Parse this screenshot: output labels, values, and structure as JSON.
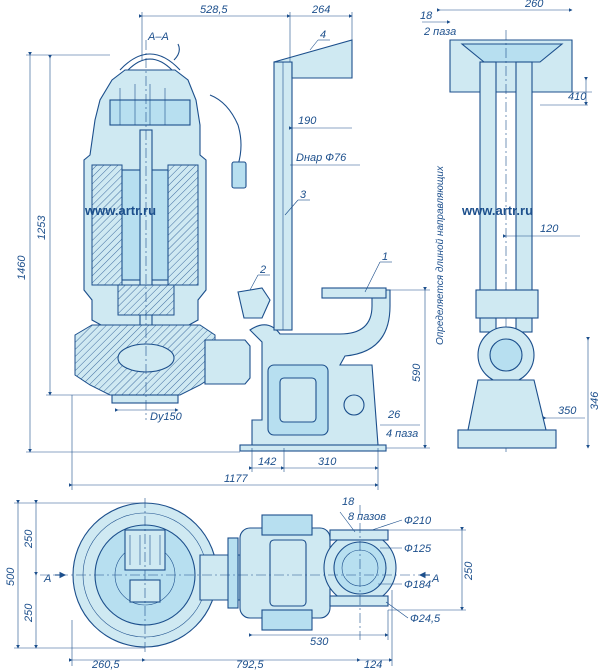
{
  "section_label": "А–А",
  "watermark_left": "www.artr.ru",
  "watermark_right": "www.artr.ru",
  "vertical_note": "Определяется длиной направляющих",
  "callouts": [
    "1",
    "2",
    "3",
    "4"
  ],
  "dims_top_view": {
    "d528": "528,5",
    "d264": "264",
    "d190": "190",
    "dnar": "Dнар Ф76",
    "d1460": "1460",
    "d1253": "1253",
    "dy150": "Dy150",
    "d590": "590",
    "d26": "26",
    "d4paza": "4 паза",
    "d142": "142",
    "d310": "310",
    "d1177": "1177"
  },
  "dims_side_view": {
    "d18": "18",
    "d260": "260",
    "d2paza": "2 паза",
    "d410": "410",
    "d120": "120",
    "d350": "350",
    "d346": "346"
  },
  "dims_plan_view": {
    "d250a": "250",
    "d500": "500",
    "d250b": "250",
    "d18": "18",
    "d8pazov": "8 пазов",
    "d210": "Ф210",
    "d125": "Ф125",
    "d250c": "250",
    "d184": "Ф184",
    "d24_5": "Ф24,5",
    "d530": "530",
    "d260_5": "260,5",
    "d792_5": "792,5",
    "d124": "124",
    "sec_a_left": "А",
    "sec_a_right": "А"
  },
  "colors": {
    "line": "#1c4f8c",
    "fill": "#cfe9f2",
    "fill_dark": "#b7dff0"
  }
}
